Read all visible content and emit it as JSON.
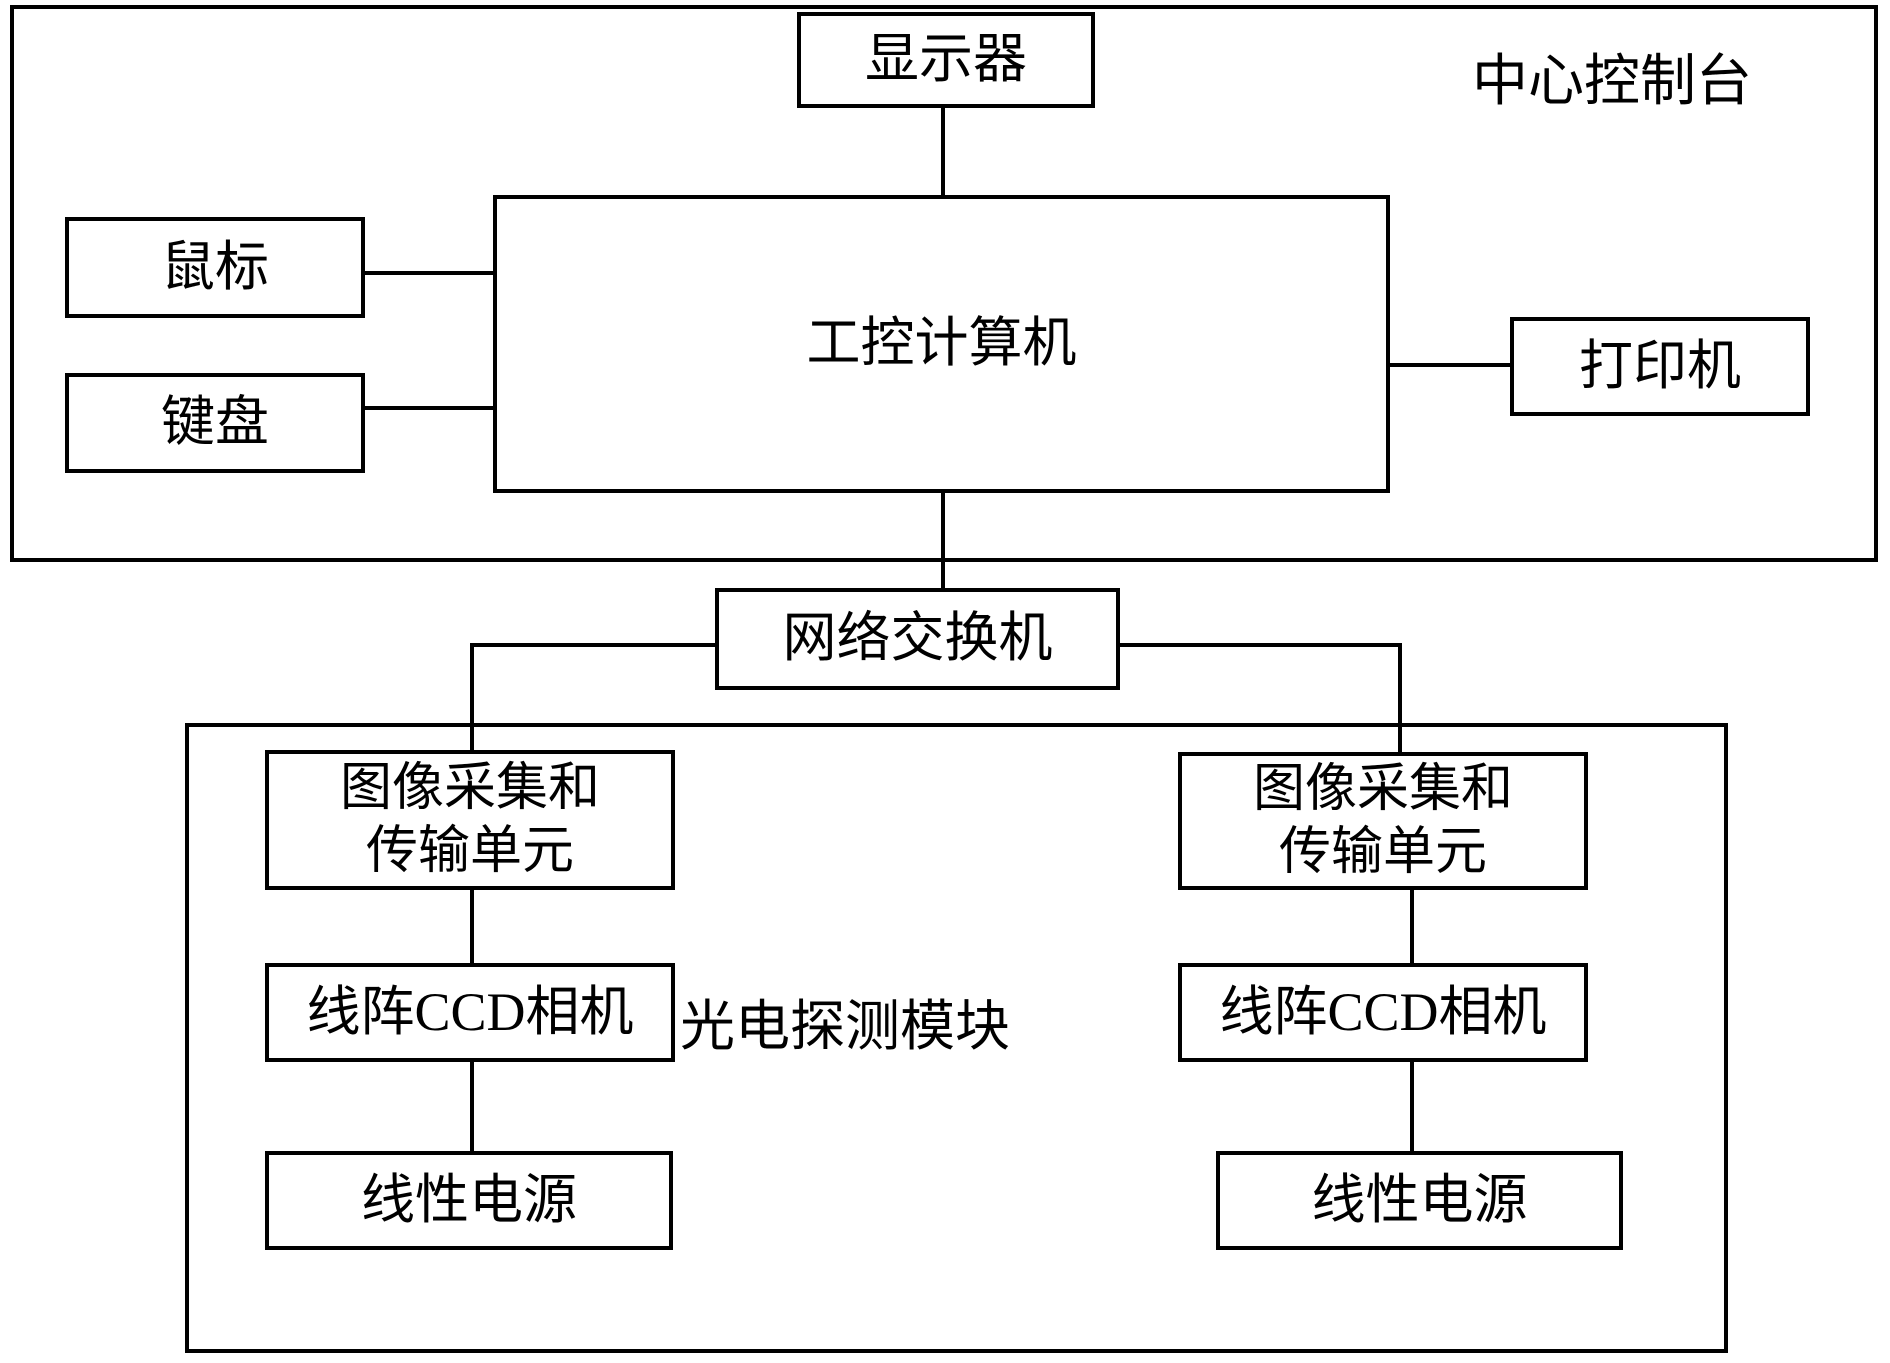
{
  "containers": {
    "control_console_label": "中心控制台",
    "detection_module_label": "光电探测模块"
  },
  "nodes": {
    "display": "显示器",
    "mouse": "鼠标",
    "keyboard": "键盘",
    "industrial_computer": "工控计算机",
    "printer": "打印机",
    "network_switch": "网络交换机",
    "image_unit_left": {
      "line1": "图像采集和",
      "line2": "传输单元"
    },
    "image_unit_right": {
      "line1": "图像采集和",
      "line2": "传输单元"
    },
    "ccd_camera_left": "线阵CCD相机",
    "ccd_camera_right": "线阵CCD相机",
    "linear_power_left": "线性电源",
    "linear_power_right": "线性电源"
  },
  "colors": {
    "line": "#000000",
    "background": "#ffffff",
    "text": "#000000"
  }
}
